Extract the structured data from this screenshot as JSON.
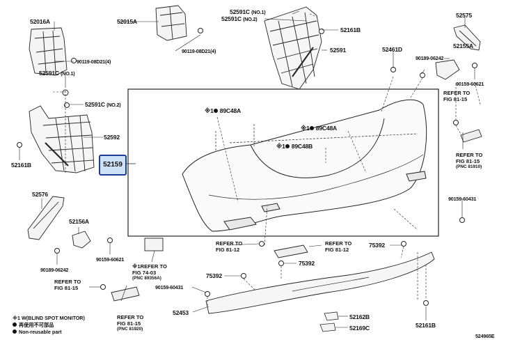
{
  "selected_part": "52159",
  "labels": {
    "p52016A": "52016A",
    "p52015A": "52015A",
    "p52591C_1_top": "52591C",
    "p52591C_2_top": "52591C",
    "no1": "(NO.1)",
    "no2": "(NO.2)",
    "p52161B_top": "52161B",
    "p52575": "52575",
    "p90119_a": "90119-08D21(4)",
    "p90119_b": "90119-08D21(4)",
    "p52591": "52591",
    "p52155A": "52155A",
    "p52461D": "52461D",
    "p90189_top": "90189-06242",
    "p52591C_1_left": "52591C",
    "no1_left": "(NO.1)",
    "p52591C_2_left": "52591C",
    "no2_left": "(NO.2)",
    "p90159_right": "90159-60621",
    "p89C48A_1": "89C48A",
    "p89C48A_2": "89C48A",
    "p89C48B": "89C48B",
    "p52592": "52592",
    "p52161B_left": "52161B",
    "p52576": "52576",
    "p52156A": "52156A",
    "p90159_mid": "90159-60621",
    "p90189_bot": "90189-06242",
    "p90159_60431_right": "90159-60431",
    "p75392_a": "75392",
    "p75392_b": "75392",
    "p75392_c": "75392",
    "p90159_60431_bot": "90159-60431",
    "p52453": "52453",
    "p52162B": "52162B",
    "p52169C": "52169C",
    "p52161B_bot": "52161B",
    "mark": "※1"
  },
  "refs": {
    "fig81_15_right": {
      "line1": "REFER TO",
      "line2": "FIG 81-15"
    },
    "fig81_15_pnc": {
      "line1": "REFER TO",
      "line2": "FIG 81-15",
      "pnc": "(PNC 81910)"
    },
    "fig81_12_left": {
      "line1": "REFER TO",
      "line2": "FIG 81-12"
    },
    "fig81_12_right": {
      "line1": "REFER TO",
      "line2": "FIG 81-12"
    },
    "fig74_03": {
      "line1": "※1REFER TO",
      "line2": "FIG 74-03",
      "pnc": "(PNC 89356A)"
    },
    "fig81_15_left": {
      "line1": "REFER TO",
      "line2": "FIG 81-15"
    },
    "fig81_15_bottom": {
      "line1": "REFER TO",
      "line2": "FIG 81-15",
      "pnc": "(PNC 81920)"
    }
  },
  "legend": {
    "line1": "※1 W(BLIND SPOT MONITOR)",
    "line2": "再使用不可部品",
    "line3": "Non-reusable part"
  },
  "diagram_id": "524965E"
}
